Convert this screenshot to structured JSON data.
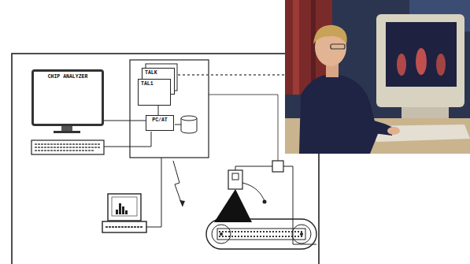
{
  "diagram": {
    "nodes": [
      {
        "text": [
          "CHIP ANALYZER"
        ]
      },
      {
        "text": [
          "TALK"
        ]
      },
      {
        "text": [
          "TAL1"
        ]
      },
      {
        "text": [
          "PC/AT"
        ]
      }
    ],
    "edges": [
      {
        "from": 0,
        "to": 3,
        "arrow": "none"
      },
      {
        "from": 2,
        "to": 3,
        "arrow": "none"
      }
    ]
  }
}
